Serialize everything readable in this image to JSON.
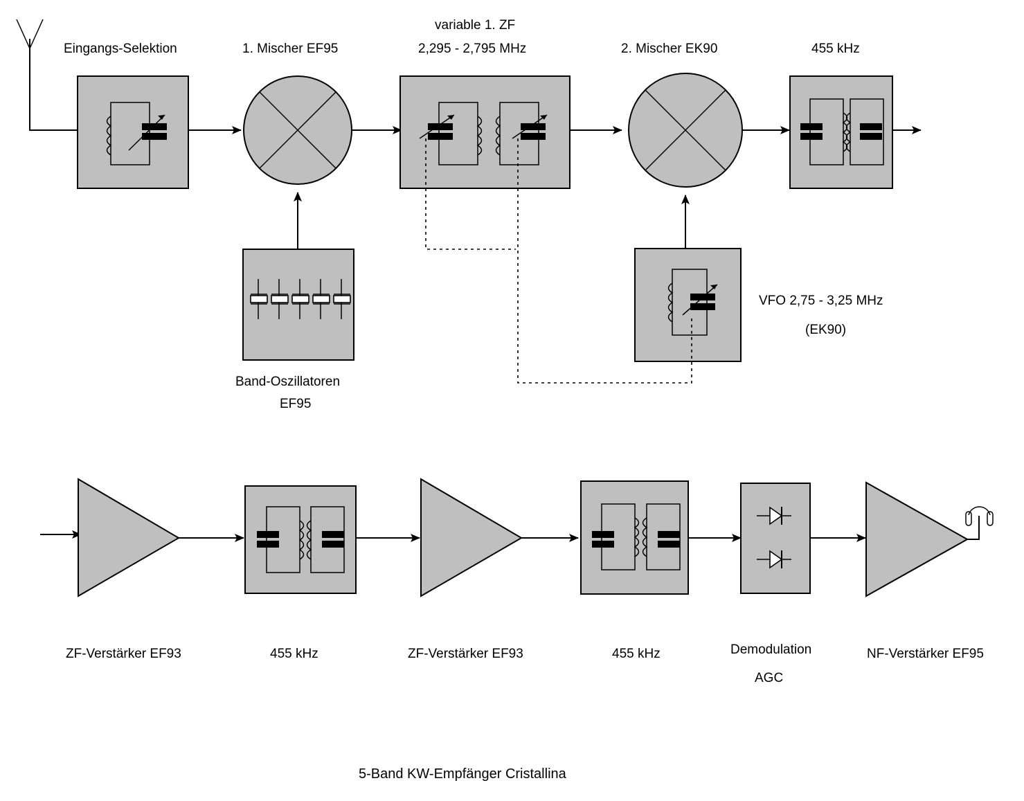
{
  "diagram": {
    "title": "5-Band KW-Empfänger Cristallina",
    "colors": {
      "block_fill": "#bfbfbf",
      "stroke": "#000000",
      "background": "#ffffff"
    },
    "top_row_labels": {
      "input_selection": "Eingangs-Selektion",
      "mixer1": "1. Mischer EF95",
      "variable_if_line1": "variable 1. ZF",
      "variable_if_line2": "2,295 - 2,795 MHz",
      "mixer2": "2. Mischer EK90",
      "if455_top": "455 kHz"
    },
    "oscillators": {
      "band_osc_line1": "Band-Oszillatoren",
      "band_osc_line2": "EF95",
      "vfo_line1": "VFO 2,75 - 3,25 MHz",
      "vfo_line2": "(EK90)",
      "crystal_count": 5
    },
    "bottom_row_labels": {
      "if_amp1": "ZF-Verstärker EF93",
      "if455_a": "455 kHz",
      "if_amp2": "ZF-Verstärker EF93",
      "if455_b": "455 kHz",
      "demod_line1": "Demodulation",
      "demod_line2": "AGC",
      "af_amp": "NF-Verstärker EF95"
    },
    "symbols": {
      "antenna": "antenna-icon",
      "mixer": "mixer-circle-icon",
      "tuned_circuit": "lc-tank-icon",
      "variable_capacitor": "variable-capacitor-icon",
      "crystal": "quartz-crystal-icon",
      "amplifier": "triangle-amplifier-icon",
      "diode": "diode-icon",
      "headphone": "headphone-icon",
      "ganging": "dotted-ganging-line"
    }
  }
}
